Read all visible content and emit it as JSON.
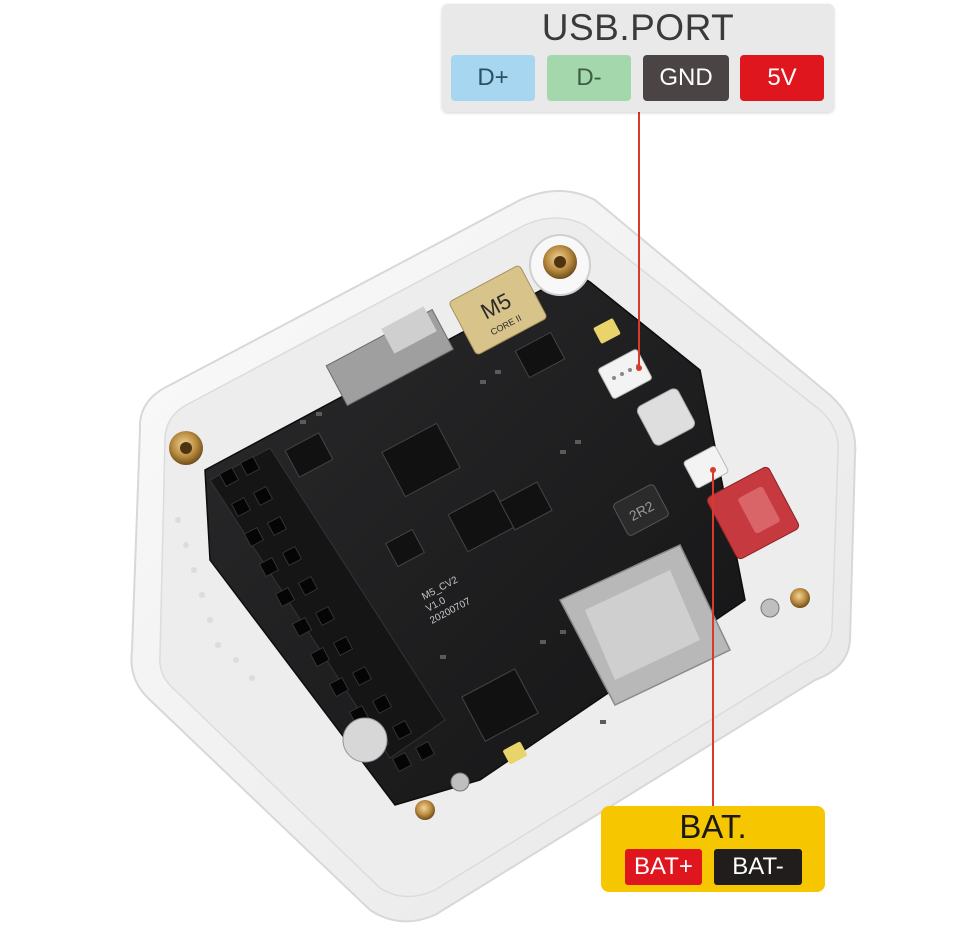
{
  "usb_port": {
    "title": "USB.PORT",
    "pins": [
      {
        "label": "D+",
        "bg": "#a7d6f0",
        "fg": "#2b4f63"
      },
      {
        "label": "D-",
        "bg": "#a4d7ac",
        "fg": "#3d5e43"
      },
      {
        "label": "GND",
        "bg": "#4a4444",
        "fg": "#ffffff"
      },
      {
        "label": "5V",
        "bg": "#e0161e",
        "fg": "#ffffff"
      }
    ]
  },
  "battery": {
    "title": "BAT.",
    "pins": [
      {
        "label": "BAT+",
        "bg": "#e0161e",
        "fg": "#ffffff"
      },
      {
        "label": "BAT-",
        "bg": "#221d1d",
        "fg": "#ffffff"
      }
    ]
  },
  "board": {
    "logo_main": "M5",
    "logo_sub": "CORE II",
    "inductor_mark": "2R2",
    "silk_model": "M5_CV2",
    "silk_version": "V1.0",
    "silk_date": "20200707"
  },
  "colors": {
    "leader_line": "#d83a2c",
    "pcb": "#1f1f21",
    "case": "#f2f2f2"
  }
}
